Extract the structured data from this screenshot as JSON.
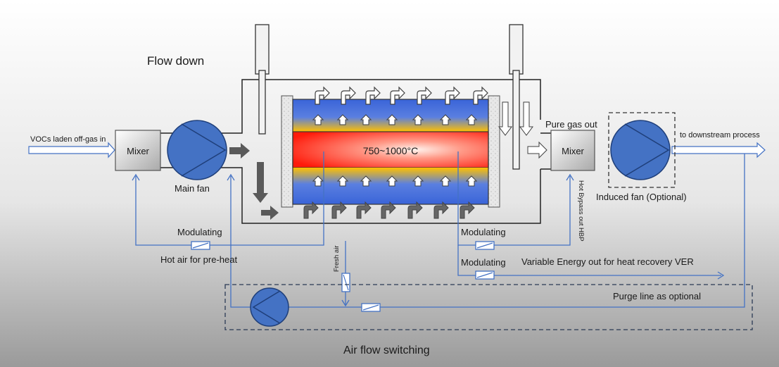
{
  "labels": {
    "title": "Flow down",
    "inlet": "VOCs laden off-gas in",
    "mixer_left": "Mixer",
    "main_fan": "Main fan",
    "chamber_temp": "750~1000°C",
    "pure_gas_out": "Pure gas out",
    "mixer_right": "Mixer",
    "downstream": "to downstream process",
    "induced_fan": "Induced fan (Optional)",
    "hot_bypass": "Hot Bypass out HBP",
    "modulating_left": "Modulating",
    "hot_air_preheat": "Hot air for pre-heat",
    "fresh_air": "Fresh air",
    "modulating_mid": "Modulating",
    "modulating_lower": "Modulating",
    "ver": "Variable Energy out for heat recovery VER",
    "purge": "Purge line as optional",
    "switching": "Air flow switching"
  },
  "colors": {
    "flow_line": "#4472c4",
    "fan_fill": "#4472c4",
    "hot_core": "#ff2a1a",
    "media_yellow": "#ffc000",
    "media_blue": "#3a64d8",
    "gray_arrow": "#5a5a5a"
  }
}
